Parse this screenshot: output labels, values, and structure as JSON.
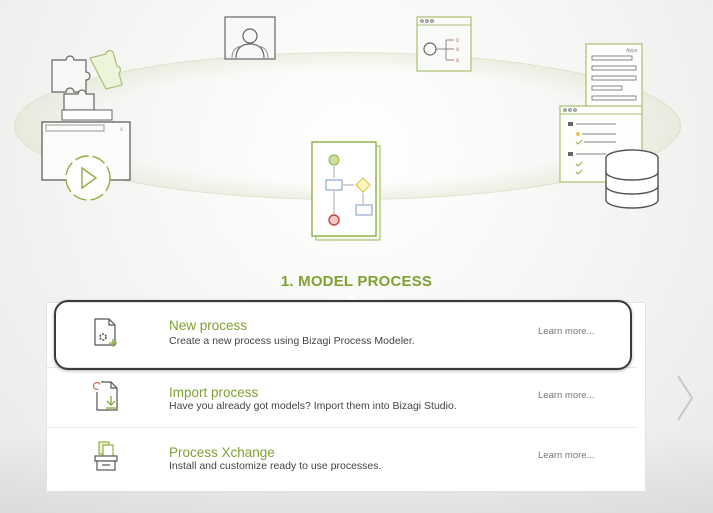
{
  "step": {
    "title": "1. MODEL PROCESS"
  },
  "options": [
    {
      "title": "New process",
      "description": "Create a new process using Bizagi Process Modeler.",
      "learn_more": "Learn more...",
      "icon": "new-process-icon"
    },
    {
      "title": "Import process",
      "description": "Have you already got models? Import them into Bizagi Studio.",
      "learn_more": "Learn more...",
      "icon": "import-process-icon"
    },
    {
      "title": "Process Xchange",
      "description": "Install and customize ready to use processes.",
      "learn_more": "Learn more...",
      "icon": "process-xchange-icon"
    }
  ],
  "illustration": {
    "form_label": "Apps"
  },
  "colors": {
    "accent": "#7fa032",
    "text": "#444444",
    "muted": "#777777"
  }
}
